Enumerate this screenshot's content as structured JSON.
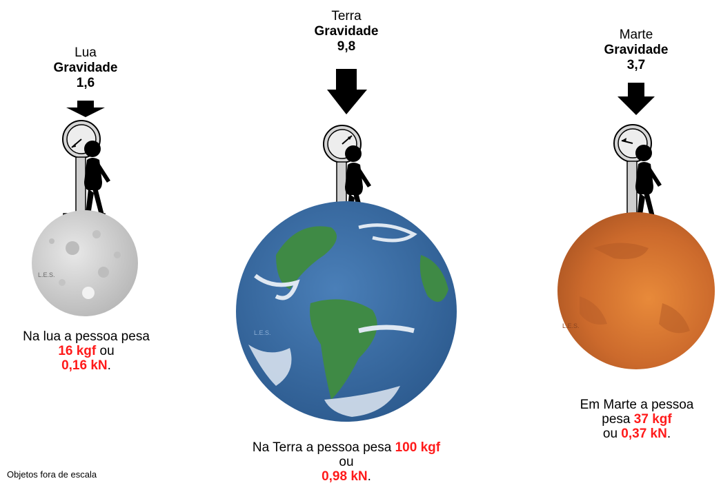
{
  "moon": {
    "name": "Lua",
    "gravity_label": "Gravidade",
    "gravity_value": "1,6",
    "watermark": "L.E.S.",
    "caption_pre": "Na lua a pessoa pesa",
    "weight_kgf": "16 kgf",
    "conj": " ou",
    "weight_kn": "0,16 kN",
    "end": "."
  },
  "earth": {
    "name": "Terra",
    "gravity_label": "Gravidade",
    "gravity_value": "9,8",
    "watermark": "L.E.S.",
    "caption_pre": "Na Terra a pessoa pesa ",
    "weight_kgf": "100 kgf",
    "conj": "ou",
    "weight_kn": "0,98 kN",
    "end": "."
  },
  "mars": {
    "name": "Marte",
    "gravity_label": "Gravidade",
    "gravity_value": "3,7",
    "watermark": "L.E.S.",
    "caption_pre": "Em Marte a pessoa",
    "caption_pre2": "pesa ",
    "weight_kgf": "37 kgf",
    "conj": "ou ",
    "weight_kn": "0,37 kN",
    "end": "."
  },
  "footnote": "Objetos fora de escala",
  "colors": {
    "highlight": "#ff1a1a",
    "moon": "#cfcfcf",
    "earth_ocean": "#3a6fa8",
    "earth_land": "#3f8a45",
    "mars": "#d0702f"
  }
}
